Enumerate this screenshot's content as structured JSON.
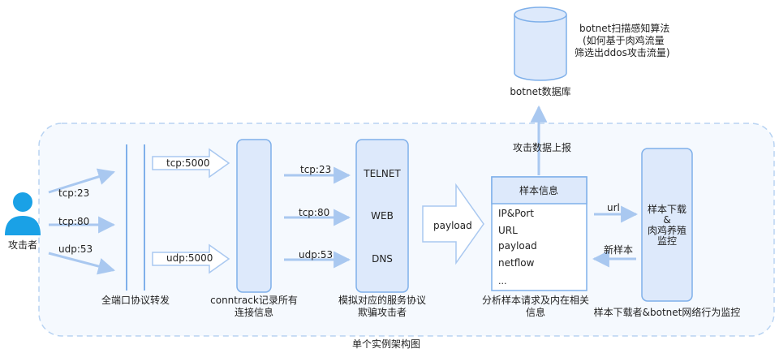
{
  "colors": {
    "stroke": "#7fb0ea",
    "fill_light": "#dde9fb",
    "fill_white": "#ffffff",
    "arrow": "#a9c8f0",
    "person": "#1aa1e6",
    "container_fill": "#f5f9fe",
    "text": "#222222"
  },
  "attacker": {
    "icon": "person-icon",
    "label": "攻击者"
  },
  "inbound": {
    "ports": [
      "tcp:23",
      "tcp:80",
      "udp:53"
    ]
  },
  "forwarder": {
    "label": "全端口协议转发"
  },
  "forward_arrows": {
    "top": "tcp:5000",
    "bottom": "udp:5000"
  },
  "conntrack": {
    "label_line1": "conntrack记录所有",
    "label_line2": "连接信息"
  },
  "service_ports": [
    "tcp:23",
    "tcp:80",
    "udp:53"
  ],
  "services": {
    "items": [
      "TELNET",
      "WEB",
      "DNS"
    ],
    "label_line1": "模拟对应的服务协议",
    "label_line2": "欺骗攻击者"
  },
  "payload_arrow": {
    "label": "payload"
  },
  "sample_info": {
    "title": "样本信息",
    "fields": [
      "IP&Port",
      "URL",
      "payload",
      "netflow",
      "..."
    ],
    "label_line1": "分析样本请求及内在相关",
    "label_line2": "信息"
  },
  "upload": {
    "label": "攻击数据上报"
  },
  "database": {
    "label": "botnet数据库",
    "note_line1": "botnet扫描感知算法",
    "note_line2": "(如何基于肉鸡流量",
    "note_line3": "筛选出ddos攻击流量)"
  },
  "sample_exchange": {
    "url_label": "url",
    "new_sample_label": "新样本"
  },
  "downloader": {
    "line1": "样本下载",
    "line2": "&",
    "line3": "肉鸡养殖",
    "line4": "监控",
    "caption": "样本下载者&botnet网络行为监控"
  },
  "container": {
    "caption": "单个实例架构图"
  }
}
